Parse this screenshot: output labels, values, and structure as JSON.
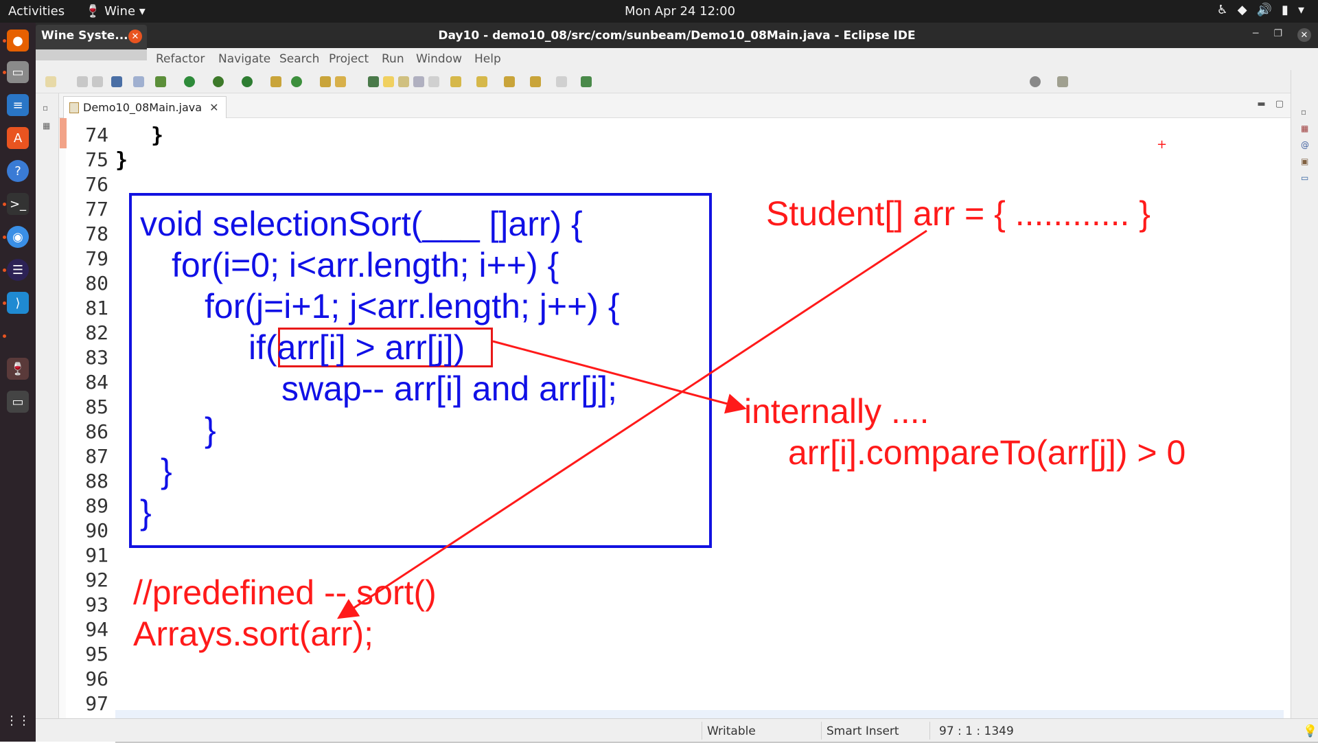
{
  "topbar": {
    "activities": "Activities",
    "app_menu": "Wine",
    "clock": "Mon Apr 24  12:00"
  },
  "window": {
    "title": "Day10 - demo10_08/src/com/sunbeam/Demo10_08Main.java - Eclipse IDE"
  },
  "wine_popup": {
    "label": "Wine Syste..."
  },
  "menu": [
    "Refactor",
    "Navigate",
    "Search",
    "Project",
    "Run",
    "Window",
    "Help"
  ],
  "editor": {
    "tab_label": "Demo10_08Main.java",
    "line_numbers": [
      "74",
      "75",
      "76",
      "77",
      "78",
      "79",
      "80",
      "81",
      "82",
      "83",
      "84",
      "85",
      "86",
      "87",
      "88",
      "89",
      "90",
      "91",
      "92",
      "93",
      "94",
      "95",
      "96",
      "97"
    ],
    "code_lines": [
      {
        "line": "74",
        "text": "    }"
      },
      {
        "line": "75",
        "text": "}"
      }
    ]
  },
  "annotations": {
    "blue_code": [
      "void selectionSort(___ []arr) {",
      "for(i=0; i<arr.length; i++) {",
      "for(j=i+1; j<arr.length; j++) {",
      "if(arr[i] > arr[j])",
      "swap-- arr[i] and arr[j];",
      "}",
      "}",
      "}"
    ],
    "student_decl": "Student[] arr = { ............ }",
    "internally": "internally ....",
    "compare_expr": "arr[i].compareTo(arr[j]) > 0",
    "predefined_comment": "//predefined -- sort()",
    "arrays_sort": "Arrays.sort(arr);",
    "colors": {
      "blue": "#1010e6",
      "red": "#ff1a1a"
    }
  },
  "status": {
    "writable": "Writable",
    "insert_mode": "Smart Insert",
    "position": "97 : 1 : 1349"
  }
}
